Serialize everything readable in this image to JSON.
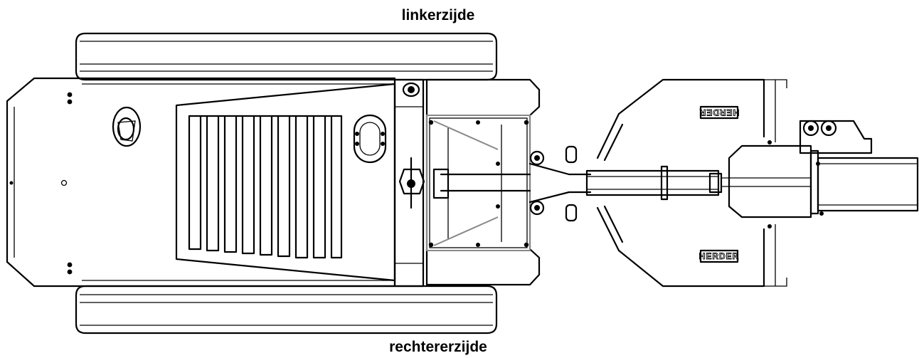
{
  "labels": {
    "top": "linkerzijde",
    "bottom": "rechtererzijde"
  },
  "brand": {
    "top_plate": "HERDER",
    "bottom_plate": "HERDER"
  }
}
